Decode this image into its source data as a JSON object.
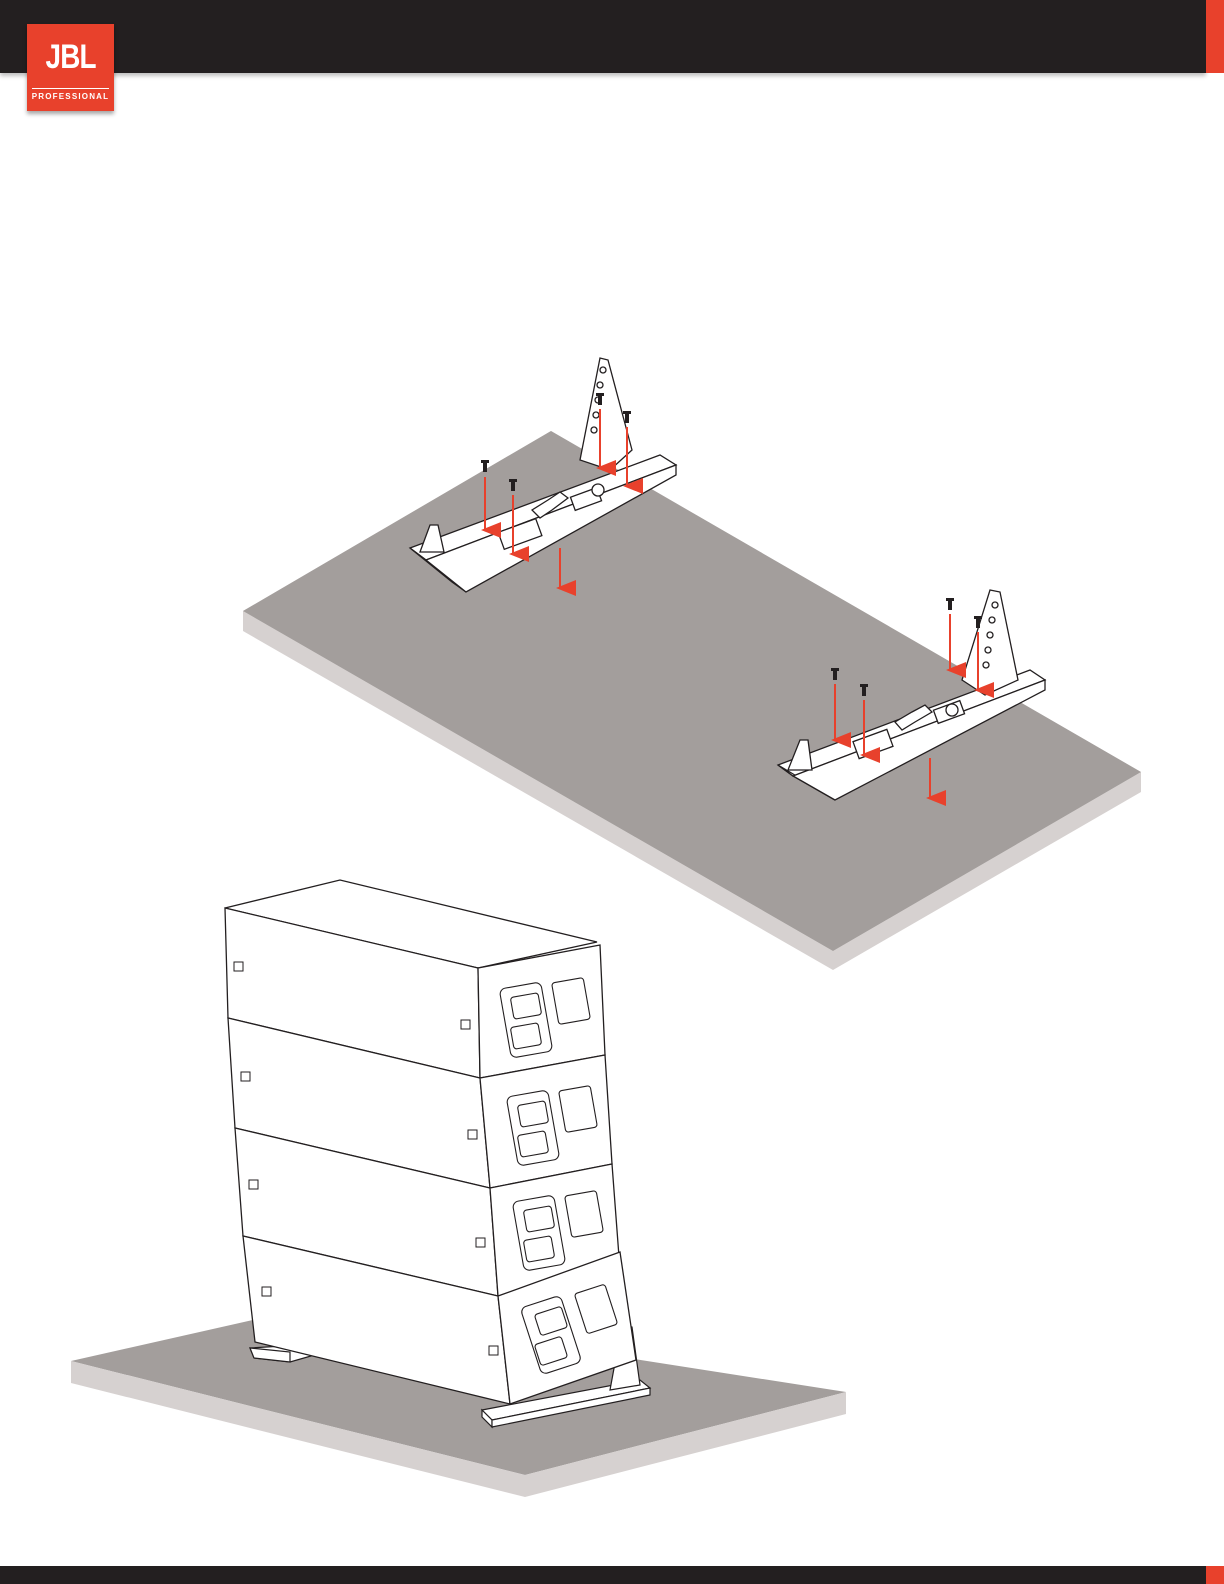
{
  "brand": {
    "logo_text": "JBL",
    "logo_subtext": "PROFESSIONAL"
  },
  "colors": {
    "header": "#231f20",
    "accent": "#e8412c",
    "platform_top": "#a39e9c",
    "platform_edge": "#d6d1d0",
    "arrow": "#e8412c"
  },
  "illustrations": {
    "top": "ground-stack-brackets-screw-installation",
    "bottom": "four-speaker-array-ground-stacked"
  }
}
